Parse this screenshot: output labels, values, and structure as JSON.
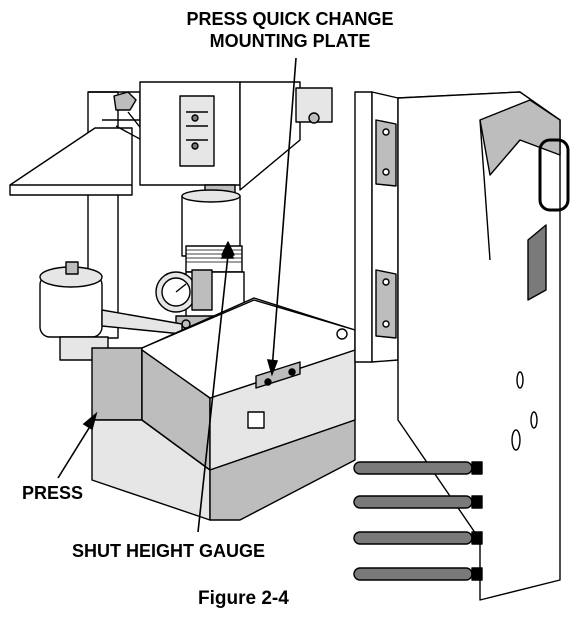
{
  "labels": {
    "mounting_plate_line1": "PRESS QUICK CHANGE",
    "mounting_plate_line2": "MOUNTING PLATE",
    "press": "PRESS",
    "shut_height_gauge": "SHUT HEIGHT GAUGE",
    "figure_caption": "Figure 2-4"
  },
  "colors": {
    "line": "#000000",
    "gray_light": "#e6e6e6",
    "gray_mid": "#bdbdbd",
    "gray_dark": "#7a7a7a",
    "white": "#ffffff"
  }
}
